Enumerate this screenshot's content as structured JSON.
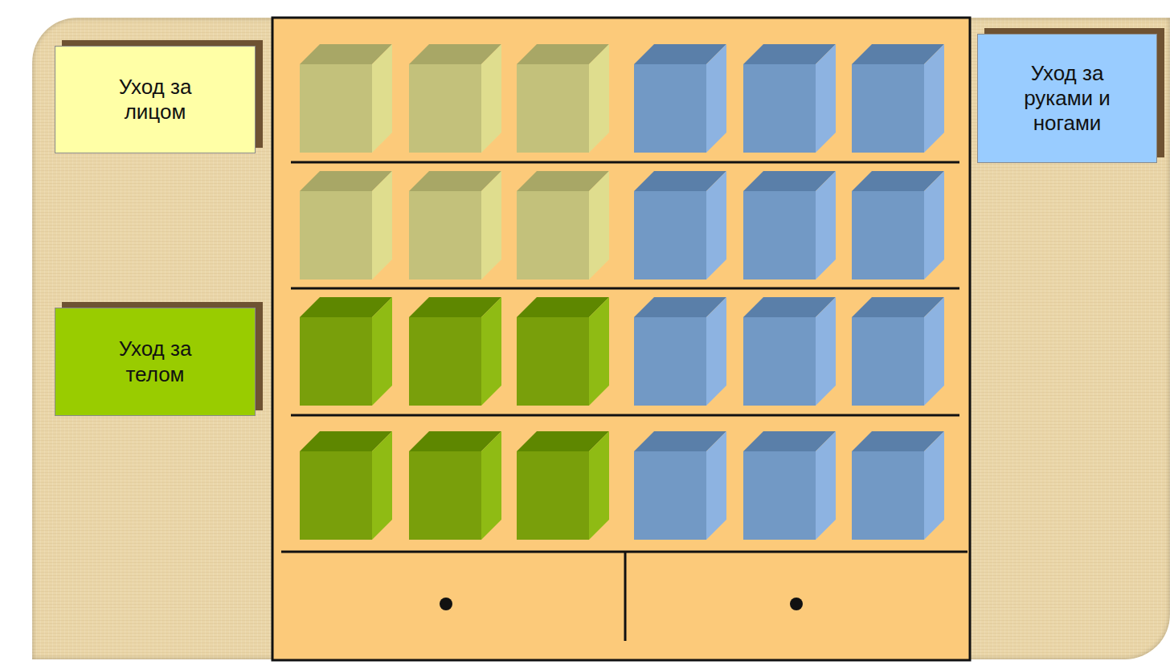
{
  "diagram": {
    "nodes": [
      {
        "text": [
          "Уход за лицом"
        ]
      },
      {
        "text": [
          "Уход за руками и ногами"
        ]
      },
      {
        "text": [
          "Уход за телом"
        ]
      }
    ]
  }
}
